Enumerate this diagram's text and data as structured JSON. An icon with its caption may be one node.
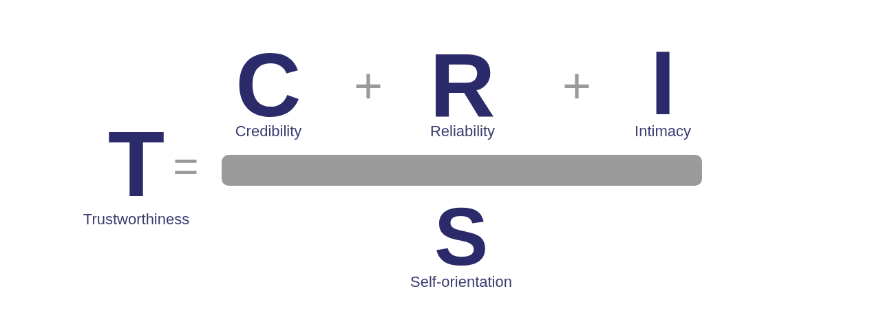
{
  "diagram": {
    "nodes": [
      {
        "text": [],
        "shape": "bar"
      }
    ],
    "labels": [
      "T",
      "Trustworthiness",
      "=",
      "C",
      "Credibility",
      "+",
      "R",
      "Reliability",
      "+",
      "I",
      "Intimacy",
      "S",
      "Self-orientation"
    ]
  }
}
